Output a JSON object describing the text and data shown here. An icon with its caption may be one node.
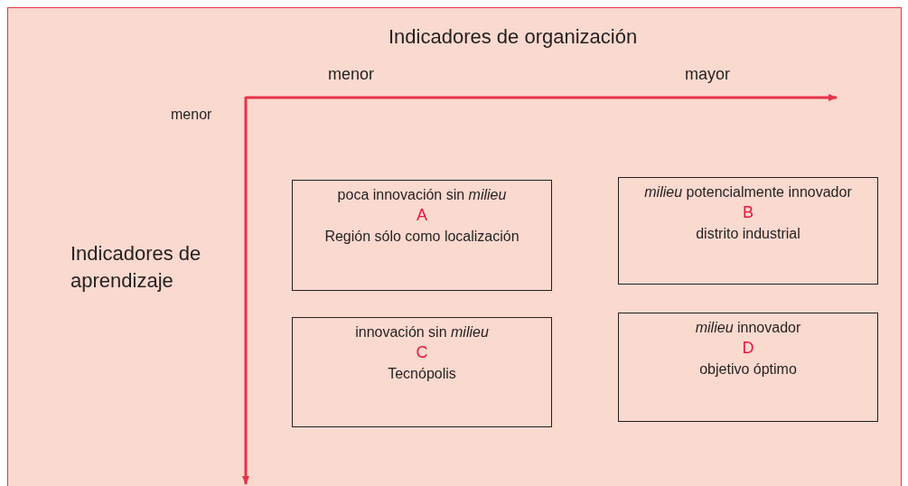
{
  "diagram": {
    "nodes": [
      {
        "text": [
          "poca innovación sin *milieu*",
          "A",
          "Región sólo como localización"
        ]
      },
      {
        "text": [
          "*milieu* potencialmente innovador",
          "B",
          "distrito industrial"
        ]
      },
      {
        "text": [
          "innovación sin *milieu*",
          "C",
          "Tecnópolis"
        ]
      },
      {
        "text": [
          "*milieu* innovador",
          "D",
          "objetivo óptimo"
        ]
      }
    ],
    "edges": [],
    "labels": [
      "Indicadores de organización",
      "menor",
      "mayor",
      "menor",
      "Indicadores de aprendizaje"
    ]
  }
}
